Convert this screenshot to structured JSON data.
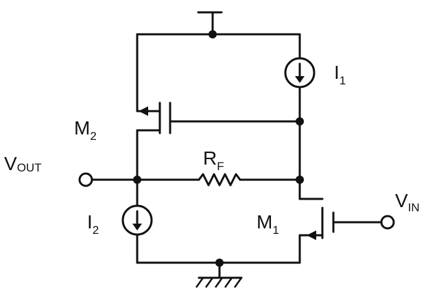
{
  "labels": {
    "i1": {
      "main": "I",
      "sub": "1"
    },
    "i2": {
      "main": "I",
      "sub": "2"
    },
    "m1": {
      "main": "M",
      "sub": "1"
    },
    "m2": {
      "main": "M",
      "sub": "2"
    },
    "rf": {
      "main": "R",
      "sub": "F"
    },
    "vout": {
      "main": "V",
      "sub": "OUT"
    },
    "vin": {
      "main": "V",
      "sub": "IN"
    }
  },
  "colors": {
    "line": "#111111",
    "background": "#ffffff"
  }
}
